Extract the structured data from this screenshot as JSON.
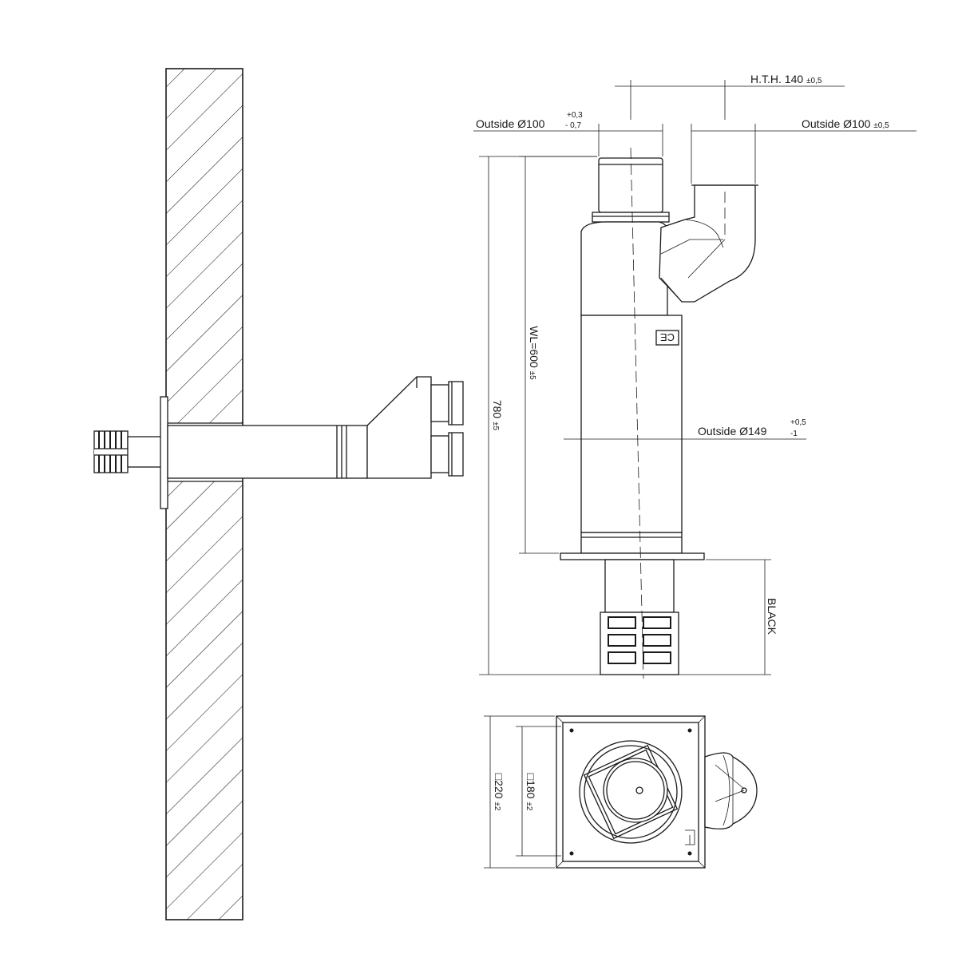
{
  "labels": {
    "hth": "H.T.H. 140",
    "hth_tol": "±0,5",
    "outside_left": "Outside",
    "outside_left_dim": "Ø100",
    "outside_left_tol_plus": "+0,3",
    "outside_left_tol_minus": "- 0,7",
    "outside_right": "Outside",
    "outside_right_dim": "Ø100",
    "outside_right_tol": "±0,5",
    "outside_body": "Outside",
    "outside_body_dim": "Ø149",
    "outside_body_tol_plus": "+0,5",
    "outside_body_tol_minus": "-1",
    "wl": "WL=600",
    "wl_tol": "±5",
    "total": "780",
    "total_tol": "±5",
    "black": "BLACK",
    "ce_mark": "CE",
    "square_inner": "□180",
    "square_inner_tol": "±2",
    "square_outer": "□220",
    "square_outer_tol": "±2"
  },
  "colors": {
    "line": "#1a1a1a",
    "background": "#ffffff"
  }
}
